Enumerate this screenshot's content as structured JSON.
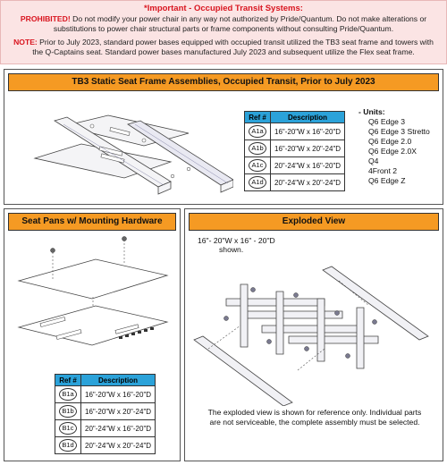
{
  "notice": {
    "title": "*Important - Occupied Transit Systems:",
    "prohibited_label": "PROHIBITED!",
    "prohibited_text": " Do not modify your power chair in any way not authorized by Pride/Quantum. Do not make alterations or substitutions to power chair structural parts or frame components without consulting Pride/Quantum.",
    "note_label": "NOTE:",
    "note_text": " Prior to July 2023, standard power bases equipped with occupied transit utilized the TB3 seat frame and towers with the Q-Captains seat. Standard power bases manufactured July 2023 and subsequent utilize the Flex seat frame."
  },
  "frame_panel": {
    "title": "TB3 Static Seat Frame Assemblies, Occupied Transit, Prior to July 2023",
    "table_headers": [
      "Ref #",
      "Description"
    ],
    "rows": [
      {
        "ref": "A1a",
        "desc": "16\"-20\"W x 16\"-20\"D"
      },
      {
        "ref": "A1b",
        "desc": "16\"-20\"W x 20\"-24\"D"
      },
      {
        "ref": "A1c",
        "desc": "20\"-24\"W x 16\"-20\"D"
      },
      {
        "ref": "A1d",
        "desc": "20\"-24\"W x 20\"-24\"D"
      }
    ],
    "units_label": "- Units:",
    "units": [
      "Q6 Edge 3",
      "Q6 Edge 3 Stretto",
      "Q6 Edge 2.0",
      "Q6 Edge 2.0X",
      "Q4",
      "4Front 2",
      "Q6 Edge Z"
    ]
  },
  "seatpan_panel": {
    "title": "Seat Pans w/ Mounting Hardware",
    "table_headers": [
      "Ref #",
      "Description"
    ],
    "rows": [
      {
        "ref": "B1a",
        "desc": "16\"-20\"W x 16\"-20\"D"
      },
      {
        "ref": "B1b",
        "desc": "16\"-20\"W x 20\"-24\"D"
      },
      {
        "ref": "B1c",
        "desc": "20\"-24\"W x 16\"-20\"D"
      },
      {
        "ref": "B1d",
        "desc": "20\"-24\"W x 20\"-24\"D"
      }
    ]
  },
  "exploded_panel": {
    "title": "Exploded View",
    "size_note_line1": "16\"- 20\"W x 16\" - 20\"D",
    "size_note_line2": "shown.",
    "caption": "The exploded view is shown for reference only. Individual parts are not serviceable, the complete assembly must be selected."
  }
}
